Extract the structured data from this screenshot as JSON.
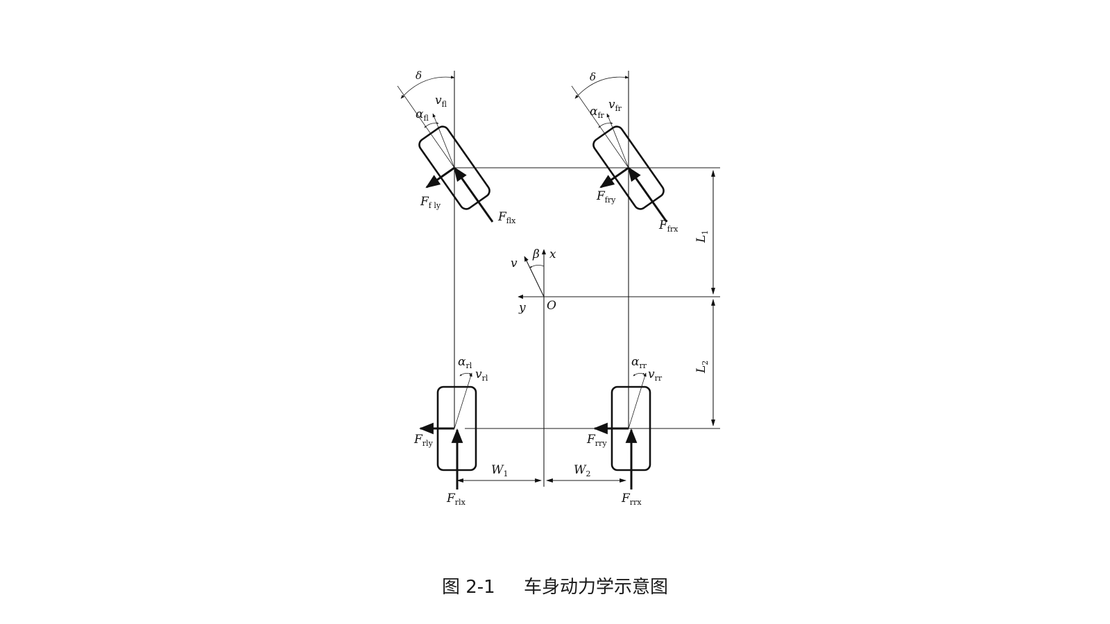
{
  "labels": {
    "delta": "δ",
    "v_fl": "fl",
    "alpha_fl": "fl",
    "F_fly": "f ly",
    "F_flx": "flx",
    "v_fr": "fr",
    "alpha_fr": "fr",
    "F_fry": "fry",
    "F_frx": "frx",
    "L1": "1",
    "L2": "2",
    "beta": "β",
    "x": "x",
    "v": "v",
    "y": "y",
    "O": "O",
    "alpha_rl": "rl",
    "v_rl": "rl",
    "F_rly": "rly",
    "alpha_rr": "rr",
    "v_rr": "rr",
    "F_rry": "rry",
    "W1": "1",
    "W2": "2",
    "F_rlx": "rlx",
    "F_rrx": "rrx"
  },
  "caption": {
    "number": "图 2-1",
    "title": "车身动力学示意图"
  }
}
